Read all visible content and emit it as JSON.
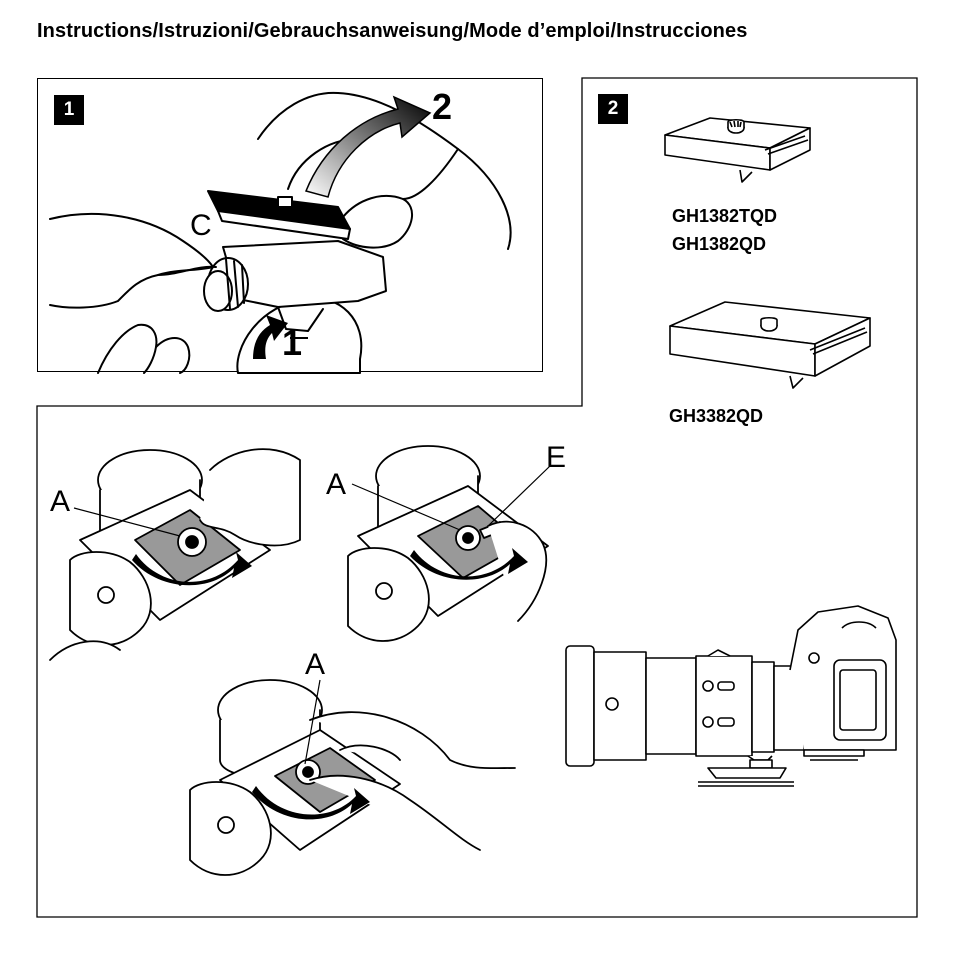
{
  "title": "Instructions/Istruzioni/Gebrauchsanweisung/Mode d’emploi/Instrucciones",
  "panel1": {
    "badge": "1",
    "callout_c": "C",
    "step_1": "1",
    "step_2": "2"
  },
  "panel2": {
    "badge": "2",
    "model_a_line1": "GH1382TQD",
    "model_a_line2": "GH1382QD",
    "model_b": "GH3382QD"
  },
  "panel3": {
    "callout_a1": "A",
    "callout_a2": "A",
    "callout_e": "E",
    "callout_a3": "A"
  }
}
